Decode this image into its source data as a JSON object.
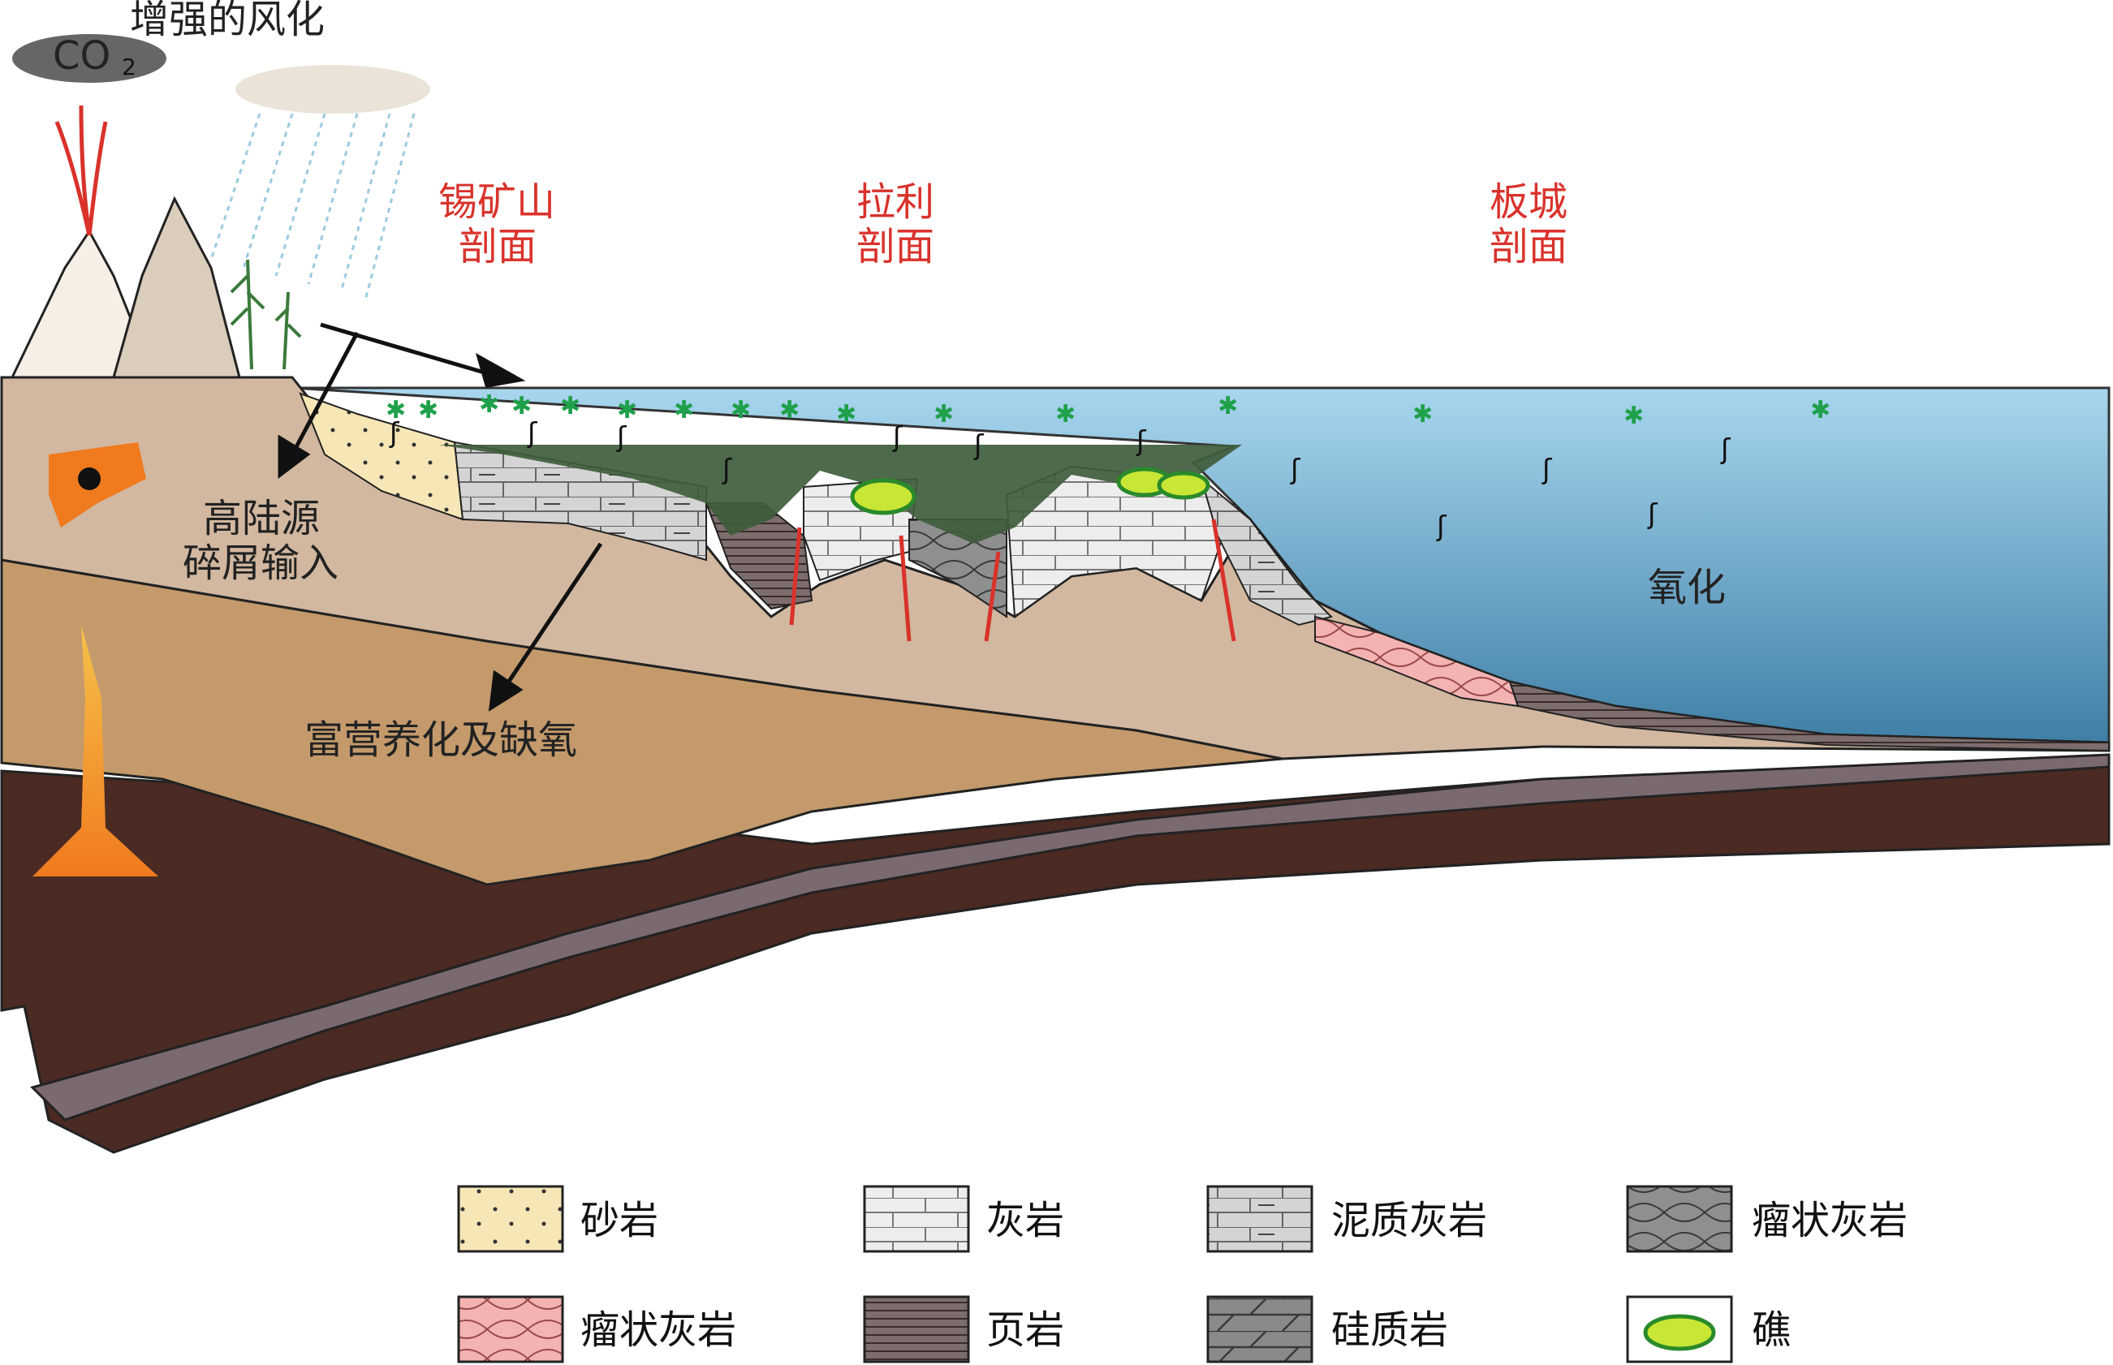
{
  "labels": {
    "weathering": "增强的风化",
    "co2_main": "CO",
    "co2_sub": "2",
    "source_line1": "高陆源",
    "source_line2": "碎屑输入",
    "eutrophication": "富营养化及缺氧",
    "oxidation": "氧化"
  },
  "sections": [
    {
      "line1": "锡矿山",
      "line2": "剖面"
    },
    {
      "line1": "拉利",
      "line2": "剖面"
    },
    {
      "line1": "板城",
      "line2": "剖面"
    }
  ],
  "legend": [
    {
      "label": "砂岩",
      "pattern": "sandstone"
    },
    {
      "label": "灰岩",
      "pattern": "limestone"
    },
    {
      "label": "泥质灰岩",
      "pattern": "argillaceous-limestone"
    },
    {
      "label": "瘤状灰岩",
      "pattern": "nodular-limestone-gray"
    },
    {
      "label": "瘤状灰岩",
      "pattern": "nodular-limestone-pink"
    },
    {
      "label": "页岩",
      "pattern": "shale"
    },
    {
      "label": "硅质岩",
      "pattern": "siliceous-rock"
    },
    {
      "label": "礁",
      "pattern": "reef"
    }
  ],
  "colors": {
    "sea_top": "#a8d6ee",
    "sea_bottom": "#3f7fa6",
    "sediment": "#d2b8a0",
    "crust": "#c49a6c",
    "mantle": "#4a2a22",
    "slab": "#7a6a70",
    "anoxic": "#3f5c3c",
    "label_red": "#d9322b",
    "star_green": "#1fa04a"
  }
}
